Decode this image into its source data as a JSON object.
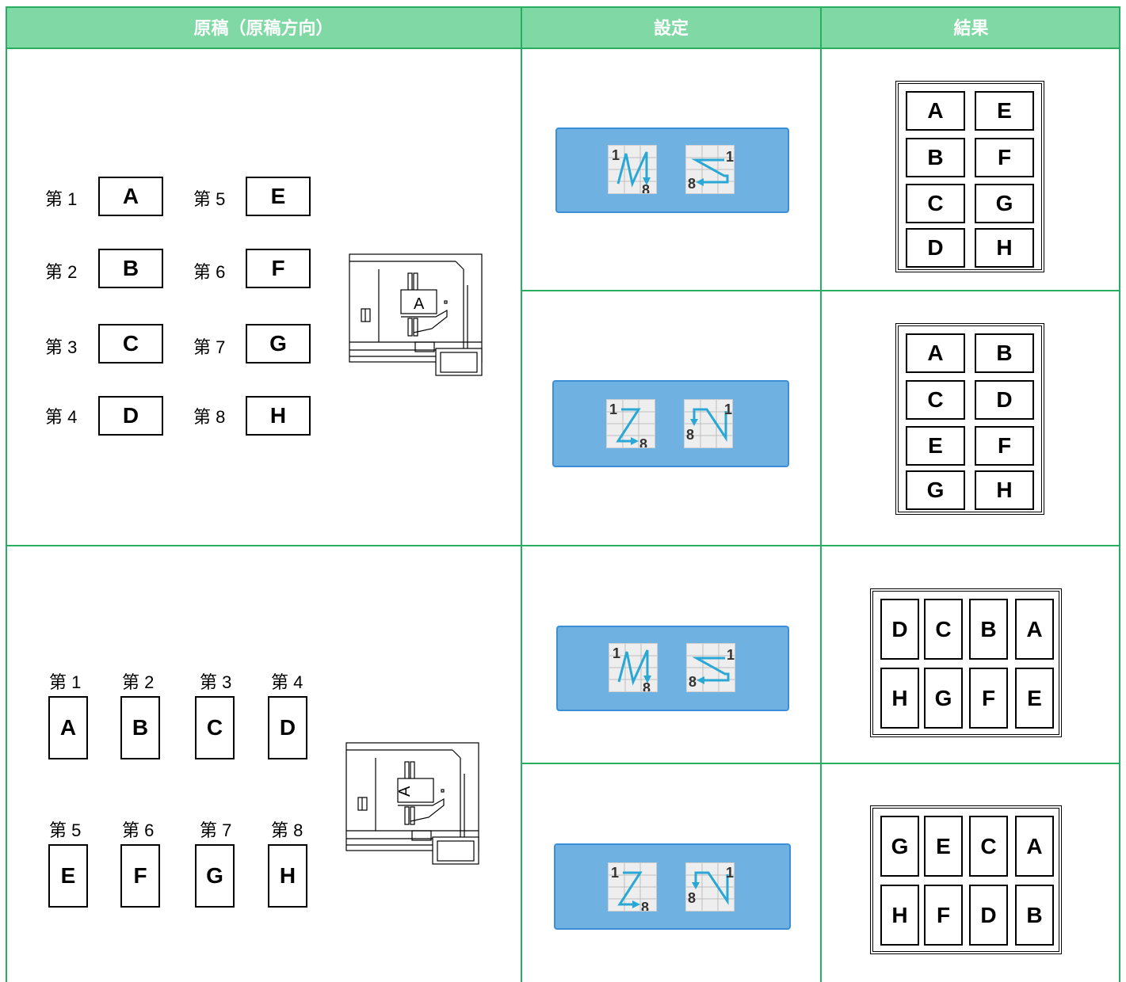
{
  "header": {
    "original": "原稿（原稿方向）",
    "setting": "設定",
    "result": "結果"
  },
  "portrait": {
    "pages": [
      {
        "label": "第 1",
        "letter": "A"
      },
      {
        "label": "第 2",
        "letter": "B"
      },
      {
        "label": "第 3",
        "letter": "C"
      },
      {
        "label": "第 4",
        "letter": "D"
      },
      {
        "label": "第 5",
        "letter": "E"
      },
      {
        "label": "第 6",
        "letter": "F"
      },
      {
        "label": "第 7",
        "letter": "G"
      },
      {
        "label": "第 8",
        "letter": "H"
      }
    ],
    "machine_letter": "A"
  },
  "landscape": {
    "pages": [
      {
        "label": "第 1",
        "letter": "A"
      },
      {
        "label": "第 2",
        "letter": "B"
      },
      {
        "label": "第 3",
        "letter": "C"
      },
      {
        "label": "第 4",
        "letter": "D"
      },
      {
        "label": "第 5",
        "letter": "E"
      },
      {
        "label": "第 6",
        "letter": "F"
      },
      {
        "label": "第 7",
        "letter": "G"
      },
      {
        "label": "第 8",
        "letter": "H"
      }
    ],
    "machine_letter": "A"
  },
  "settings": {
    "icon_start": "1",
    "icon_end": "8",
    "layout_a": "vertical-then-next-column",
    "layout_b": "horizontal-then-next-row"
  },
  "results": {
    "r1": [
      "A",
      "E",
      "B",
      "F",
      "C",
      "G",
      "D",
      "H"
    ],
    "r2": [
      "A",
      "B",
      "C",
      "D",
      "E",
      "F",
      "G",
      "H"
    ],
    "r3": [
      "D",
      "C",
      "B",
      "A",
      "H",
      "G",
      "F",
      "E"
    ],
    "r4": [
      "G",
      "E",
      "C",
      "A",
      "H",
      "F",
      "D",
      "B"
    ]
  },
  "colors": {
    "header": "#80d9a5",
    "grid": "#27ae60",
    "button": "#6fb2e2",
    "arrow": "#29a8d6"
  }
}
